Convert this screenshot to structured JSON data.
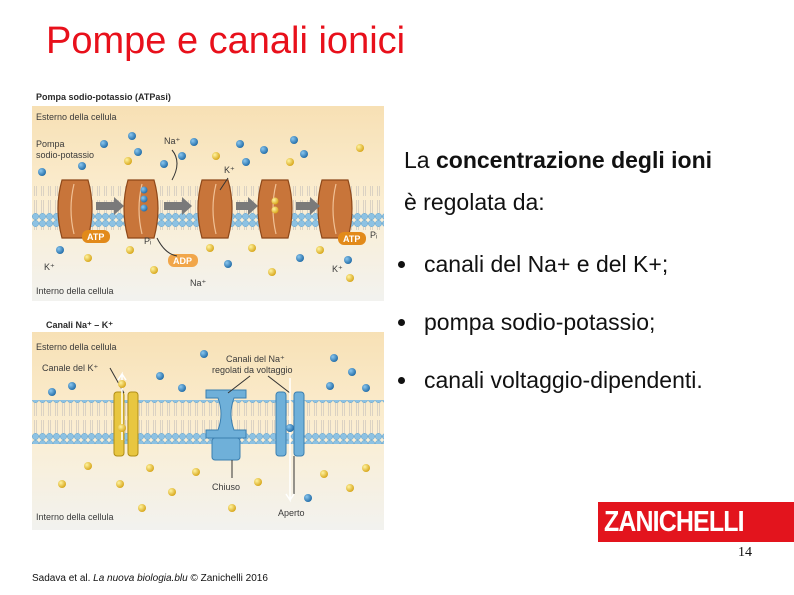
{
  "slide": {
    "title": "Pompe e canali ionici",
    "page_number": "14"
  },
  "figure": {
    "top_panel": {
      "heading": "Pompa sodio-potassio (ATPasi)",
      "labels": {
        "outside": "Esterno della cellula",
        "pump1": "Pompa",
        "pump2": "sodio-potassio",
        "na_top": "Na⁺",
        "k_top": "K⁺",
        "atp_left": "ATP",
        "atp_right": "ATP",
        "pi_left": "Pᵢ",
        "pi_right": "Pᵢ",
        "adp": "ADP",
        "k_left": "K⁺",
        "k_bottom": "K⁺",
        "na_bottom": "Na⁺",
        "inside": "Interno della cellula"
      }
    },
    "bottom_panel": {
      "heading": "Canali Na⁺ – K⁺",
      "labels": {
        "outside": "Esterno della cellula",
        "k_channel": "Canale del K⁺",
        "na_channels1": "Canali del Na⁺",
        "na_channels2": "regolati da voltaggio",
        "closed": "Chiuso",
        "open": "Aperto",
        "inside": "Interno della cellula"
      }
    }
  },
  "text": {
    "intro_prefix": "La ",
    "intro_bold": "concentrazione degli ioni",
    "intro_line2": "è regolata da:",
    "bullets": [
      "canali del Na+ e del K+;",
      "pompa sodio-potassio;",
      "canali voltaggio-dipendenti."
    ]
  },
  "logo": {
    "text": "ZANICHELLI"
  },
  "credit": {
    "prefix": "Sadava et al. ",
    "italic": "La nuova biologia.blu",
    "suffix": " © Zanichelli 2016"
  },
  "colors": {
    "title": "#e8101b",
    "logo_bg": "#e3141d",
    "pump": "#c8753a",
    "k_channel": "#e8c640",
    "na_channel": "#6fb0d9"
  }
}
